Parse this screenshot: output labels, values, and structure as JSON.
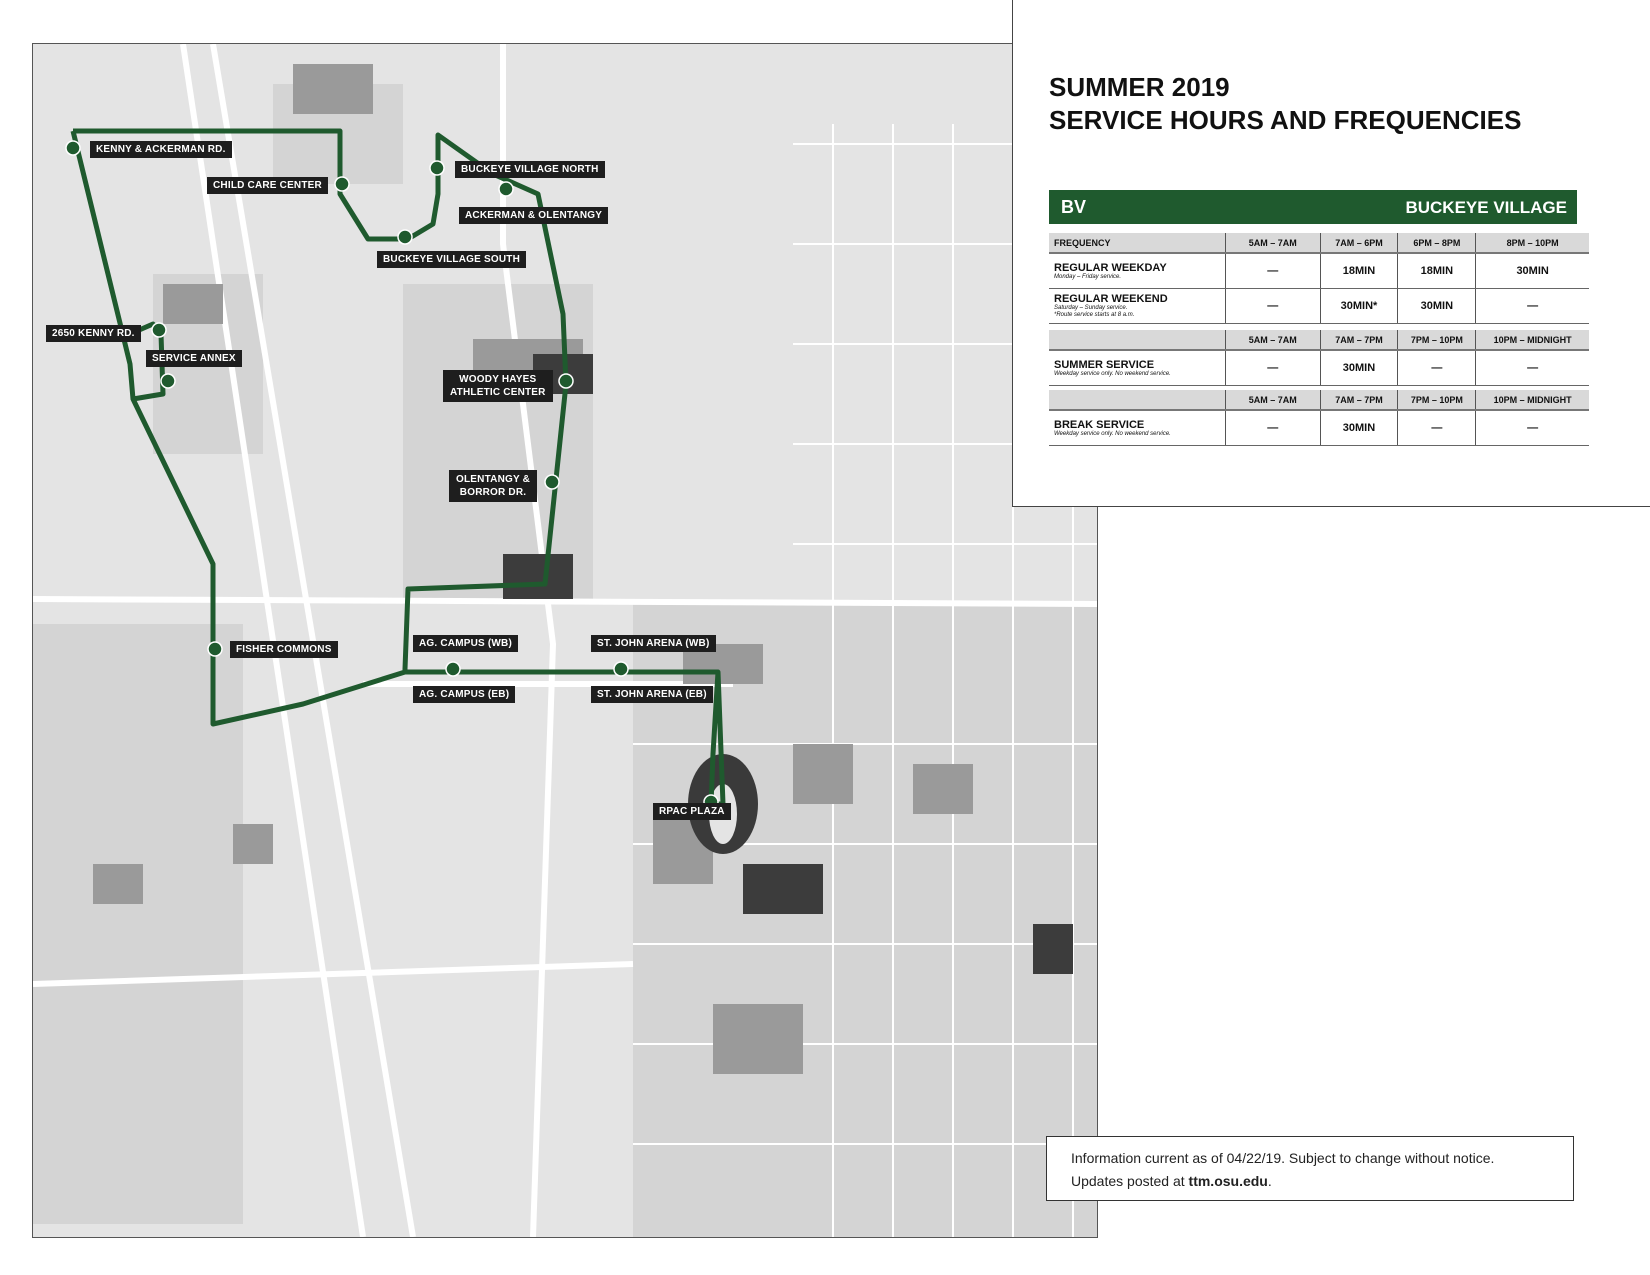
{
  "map": {
    "stops": [
      {
        "id": "kenny-ackerman",
        "label": "KENNY & ACKERMAN RD."
      },
      {
        "id": "child-care",
        "label": "CHILD CARE CENTER"
      },
      {
        "id": "bv-north",
        "label": "BUCKEYE VILLAGE NORTH"
      },
      {
        "id": "ackerman-olentangy",
        "label": "ACKERMAN & OLENTANGY"
      },
      {
        "id": "bv-south",
        "label": "BUCKEYE VILLAGE SOUTH"
      },
      {
        "id": "kenny-2650",
        "label": "2650 KENNY RD."
      },
      {
        "id": "service-annex",
        "label": "SERVICE ANNEX"
      },
      {
        "id": "woody-hayes",
        "line1": "WOODY HAYES",
        "line2": "ATHLETIC CENTER"
      },
      {
        "id": "olentangy-borror",
        "line1": "OLENTANGY &",
        "line2": "BORROR DR."
      },
      {
        "id": "fisher-commons",
        "label": "FISHER COMMONS"
      },
      {
        "id": "ag-campus-wb",
        "label": "AG. CAMPUS (WB)"
      },
      {
        "id": "ag-campus-eb",
        "label": "AG. CAMPUS (EB)"
      },
      {
        "id": "st-john-wb",
        "label": "ST. JOHN ARENA (WB)"
      },
      {
        "id": "st-john-eb",
        "label": "ST. JOHN ARENA (EB)"
      },
      {
        "id": "rpac",
        "label": "RPAC PLAZA"
      }
    ],
    "route_color": "#1f5a2e"
  },
  "panel": {
    "title_line1": "SUMMER 2019",
    "title_line2": "SERVICE HOURS AND FREQUENCIES",
    "route_code": "BV",
    "route_name": "BUCKEYE VILLAGE",
    "table1": {
      "headers": [
        "FREQUENCY",
        "5AM – 7AM",
        "7AM – 6PM",
        "6PM – 8PM",
        "8PM – 10PM"
      ],
      "rows": [
        {
          "name": "REGULAR WEEKDAY",
          "note": "Monday – Friday service.",
          "note2": "",
          "cells": [
            "—",
            "18MIN",
            "18MIN",
            "30MIN"
          ]
        },
        {
          "name": "REGULAR WEEKEND",
          "note": "Saturday – Sunday service.",
          "note2": "*Route service starts at 8 a.m.",
          "cells": [
            "—",
            "30MIN*",
            "30MIN",
            "—"
          ]
        }
      ]
    },
    "table2": {
      "headers": [
        "",
        "5AM – 7AM",
        "7AM – 7PM",
        "7PM – 10PM",
        "10PM – MIDNIGHT"
      ],
      "rows": [
        {
          "name": "SUMMER SERVICE",
          "note": "Weekday service only. No weekend service.",
          "cells": [
            "—",
            "30MIN",
            "—",
            "—"
          ]
        }
      ]
    },
    "table3": {
      "headers": [
        "",
        "5AM – 7AM",
        "7AM – 7PM",
        "7PM – 10PM",
        "10PM – MIDNIGHT"
      ],
      "rows": [
        {
          "name": "BREAK SERVICE",
          "note": "Weekday service only. No weekend service.",
          "cells": [
            "—",
            "30MIN",
            "—",
            "—"
          ]
        }
      ]
    }
  },
  "notice": {
    "line1": "Information current as of 04/22/19. Subject to change without notice.",
    "line2_prefix": "Updates posted at ",
    "line2_link": "ttm.osu.edu",
    "line2_suffix": "."
  }
}
